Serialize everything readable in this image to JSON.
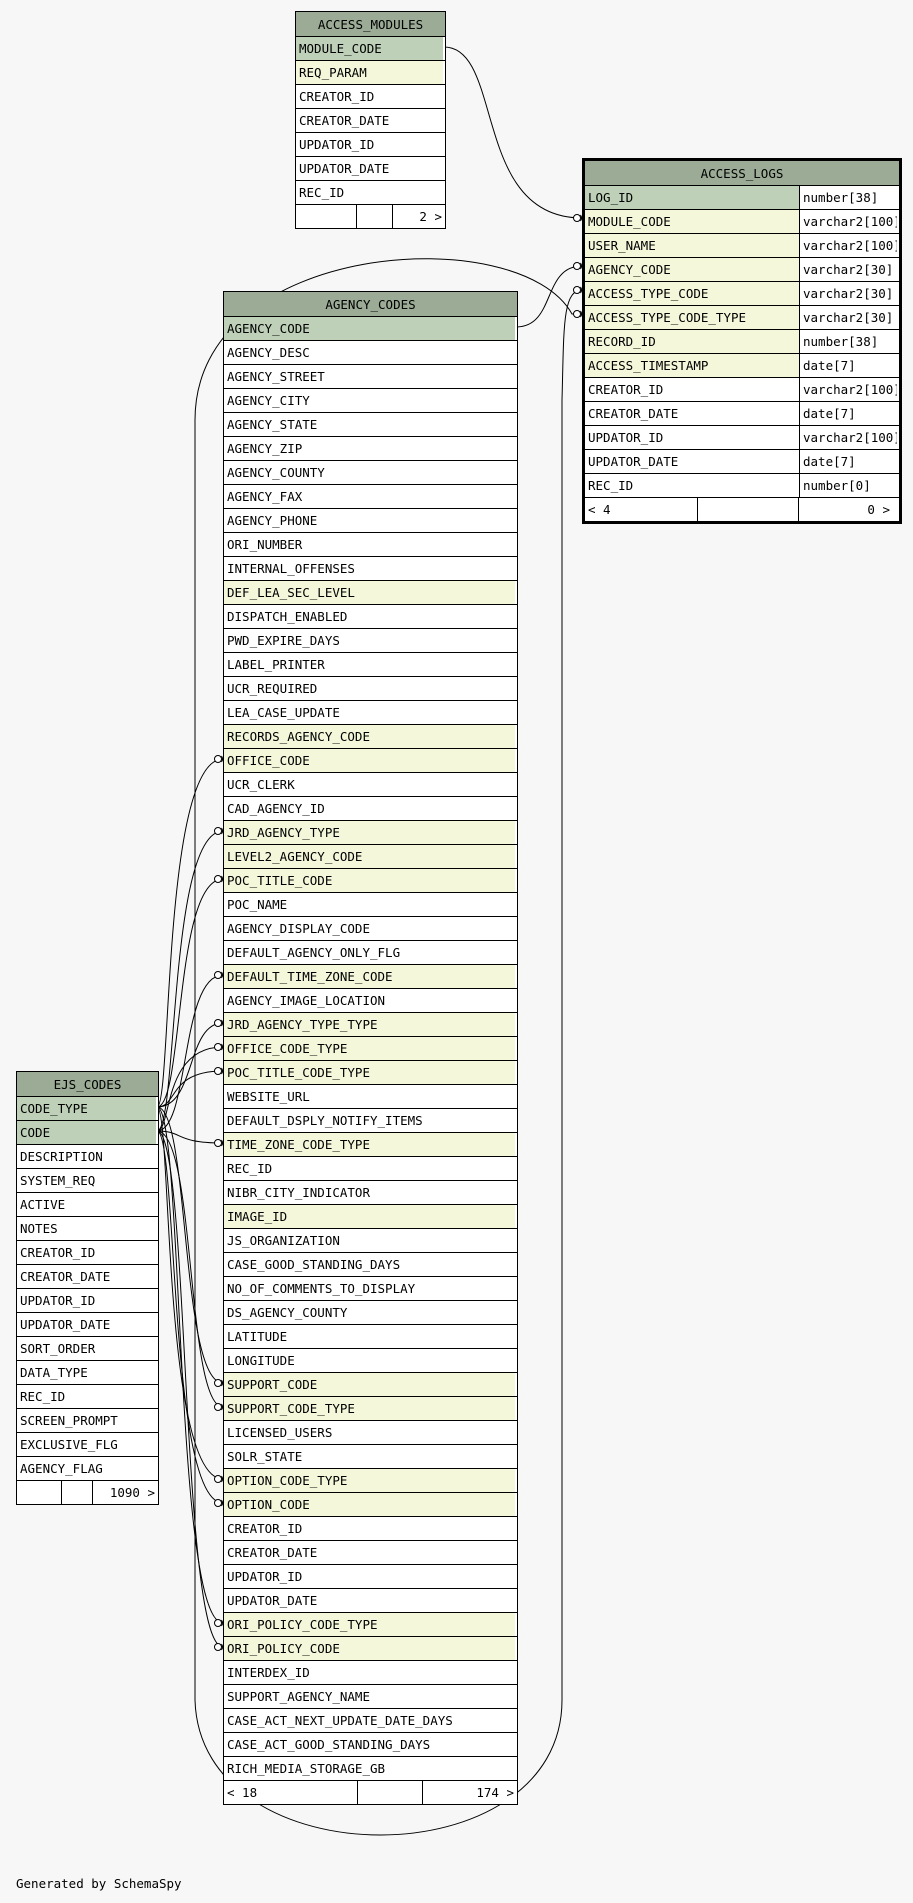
{
  "footer": "Generated by SchemaSpy",
  "colors": {
    "header": "#9bab96",
    "primary_key": "#bed1b8",
    "foreign_key": "#f4f7da",
    "column": "#ffffff",
    "background": "#f7f7f7"
  },
  "tables": {
    "access_modules": {
      "name": "ACCESS_MODULES",
      "columns": [
        {
          "name": "MODULE_CODE",
          "kind": "pk"
        },
        {
          "name": "REQ_PARAM",
          "kind": "fk"
        },
        {
          "name": "CREATOR_ID",
          "kind": "col"
        },
        {
          "name": "CREATOR_DATE",
          "kind": "col"
        },
        {
          "name": "UPDATOR_ID",
          "kind": "col"
        },
        {
          "name": "UPDATOR_DATE",
          "kind": "col"
        },
        {
          "name": "REC_ID",
          "kind": "col"
        }
      ],
      "footer": {
        "left": "",
        "middle": "",
        "right": "2 >"
      }
    },
    "access_logs": {
      "name": "ACCESS_LOGS",
      "columns": [
        {
          "name": "LOG_ID",
          "kind": "pk",
          "type": "number[38]"
        },
        {
          "name": "MODULE_CODE",
          "kind": "fk",
          "type": "varchar2[100]"
        },
        {
          "name": "USER_NAME",
          "kind": "fk",
          "type": "varchar2[100]"
        },
        {
          "name": "AGENCY_CODE",
          "kind": "fk",
          "type": "varchar2[30]"
        },
        {
          "name": "ACCESS_TYPE_CODE",
          "kind": "fk",
          "type": "varchar2[30]"
        },
        {
          "name": "ACCESS_TYPE_CODE_TYPE",
          "kind": "fk",
          "type": "varchar2[30]"
        },
        {
          "name": "RECORD_ID",
          "kind": "fk",
          "type": "number[38]"
        },
        {
          "name": "ACCESS_TIMESTAMP",
          "kind": "fk",
          "type": "date[7]"
        },
        {
          "name": "CREATOR_ID",
          "kind": "col",
          "type": "varchar2[100]"
        },
        {
          "name": "CREATOR_DATE",
          "kind": "col",
          "type": "date[7]"
        },
        {
          "name": "UPDATOR_ID",
          "kind": "col",
          "type": "varchar2[100]"
        },
        {
          "name": "UPDATOR_DATE",
          "kind": "col",
          "type": "date[7]"
        },
        {
          "name": "REC_ID",
          "kind": "col",
          "type": "number[0]"
        }
      ],
      "footer": {
        "left": "< 4",
        "middle": "",
        "right": "0 >"
      }
    },
    "agency_codes": {
      "name": "AGENCY_CODES",
      "columns": [
        {
          "name": "AGENCY_CODE",
          "kind": "pk"
        },
        {
          "name": "AGENCY_DESC",
          "kind": "col"
        },
        {
          "name": "AGENCY_STREET",
          "kind": "col"
        },
        {
          "name": "AGENCY_CITY",
          "kind": "col"
        },
        {
          "name": "AGENCY_STATE",
          "kind": "col"
        },
        {
          "name": "AGENCY_ZIP",
          "kind": "col"
        },
        {
          "name": "AGENCY_COUNTY",
          "kind": "col"
        },
        {
          "name": "AGENCY_FAX",
          "kind": "col"
        },
        {
          "name": "AGENCY_PHONE",
          "kind": "col"
        },
        {
          "name": "ORI_NUMBER",
          "kind": "col"
        },
        {
          "name": "INTERNAL_OFFENSES",
          "kind": "col"
        },
        {
          "name": "DEF_LEA_SEC_LEVEL",
          "kind": "fk"
        },
        {
          "name": "DISPATCH_ENABLED",
          "kind": "col"
        },
        {
          "name": "PWD_EXPIRE_DAYS",
          "kind": "col"
        },
        {
          "name": "LABEL_PRINTER",
          "kind": "col"
        },
        {
          "name": "UCR_REQUIRED",
          "kind": "col"
        },
        {
          "name": "LEA_CASE_UPDATE",
          "kind": "col"
        },
        {
          "name": "RECORDS_AGENCY_CODE",
          "kind": "fk"
        },
        {
          "name": "OFFICE_CODE",
          "kind": "fk"
        },
        {
          "name": "UCR_CLERK",
          "kind": "col"
        },
        {
          "name": "CAD_AGENCY_ID",
          "kind": "col"
        },
        {
          "name": "JRD_AGENCY_TYPE",
          "kind": "fk"
        },
        {
          "name": "LEVEL2_AGENCY_CODE",
          "kind": "fk"
        },
        {
          "name": "POC_TITLE_CODE",
          "kind": "fk"
        },
        {
          "name": "POC_NAME",
          "kind": "col"
        },
        {
          "name": "AGENCY_DISPLAY_CODE",
          "kind": "col"
        },
        {
          "name": "DEFAULT_AGENCY_ONLY_FLG",
          "kind": "col"
        },
        {
          "name": "DEFAULT_TIME_ZONE_CODE",
          "kind": "fk"
        },
        {
          "name": "AGENCY_IMAGE_LOCATION",
          "kind": "col"
        },
        {
          "name": "JRD_AGENCY_TYPE_TYPE",
          "kind": "fk"
        },
        {
          "name": "OFFICE_CODE_TYPE",
          "kind": "fk"
        },
        {
          "name": "POC_TITLE_CODE_TYPE",
          "kind": "fk"
        },
        {
          "name": "WEBSITE_URL",
          "kind": "col"
        },
        {
          "name": "DEFAULT_DSPLY_NOTIFY_ITEMS",
          "kind": "col"
        },
        {
          "name": "TIME_ZONE_CODE_TYPE",
          "kind": "fk"
        },
        {
          "name": "REC_ID",
          "kind": "col"
        },
        {
          "name": "NIBR_CITY_INDICATOR",
          "kind": "col"
        },
        {
          "name": "IMAGE_ID",
          "kind": "fk"
        },
        {
          "name": "JS_ORGANIZATION",
          "kind": "col"
        },
        {
          "name": "CASE_GOOD_STANDING_DAYS",
          "kind": "col"
        },
        {
          "name": "NO_OF_COMMENTS_TO_DISPLAY",
          "kind": "col"
        },
        {
          "name": "DS_AGENCY_COUNTY",
          "kind": "col"
        },
        {
          "name": "LATITUDE",
          "kind": "col"
        },
        {
          "name": "LONGITUDE",
          "kind": "col"
        },
        {
          "name": "SUPPORT_CODE",
          "kind": "fk"
        },
        {
          "name": "SUPPORT_CODE_TYPE",
          "kind": "fk"
        },
        {
          "name": "LICENSED_USERS",
          "kind": "col"
        },
        {
          "name": "SOLR_STATE",
          "kind": "col"
        },
        {
          "name": "OPTION_CODE_TYPE",
          "kind": "fk"
        },
        {
          "name": "OPTION_CODE",
          "kind": "fk"
        },
        {
          "name": "CREATOR_ID",
          "kind": "col"
        },
        {
          "name": "CREATOR_DATE",
          "kind": "col"
        },
        {
          "name": "UPDATOR_ID",
          "kind": "col"
        },
        {
          "name": "UPDATOR_DATE",
          "kind": "col"
        },
        {
          "name": "ORI_POLICY_CODE_TYPE",
          "kind": "fk"
        },
        {
          "name": "ORI_POLICY_CODE",
          "kind": "fk"
        },
        {
          "name": "INTERDEX_ID",
          "kind": "col"
        },
        {
          "name": "SUPPORT_AGENCY_NAME",
          "kind": "col"
        },
        {
          "name": "CASE_ACT_NEXT_UPDATE_DATE_DAYS",
          "kind": "col"
        },
        {
          "name": "CASE_ACT_GOOD_STANDING_DAYS",
          "kind": "col"
        },
        {
          "name": "RICH_MEDIA_STORAGE_GB",
          "kind": "col"
        }
      ],
      "footer": {
        "left": "< 18",
        "middle": "",
        "right": "174 >"
      }
    },
    "ejs_codes": {
      "name": "EJS_CODES",
      "columns": [
        {
          "name": "CODE_TYPE",
          "kind": "pk"
        },
        {
          "name": "CODE",
          "kind": "pk"
        },
        {
          "name": "DESCRIPTION",
          "kind": "col"
        },
        {
          "name": "SYSTEM_REQ",
          "kind": "col"
        },
        {
          "name": "ACTIVE",
          "kind": "col"
        },
        {
          "name": "NOTES",
          "kind": "col"
        },
        {
          "name": "CREATOR_ID",
          "kind": "col"
        },
        {
          "name": "CREATOR_DATE",
          "kind": "col"
        },
        {
          "name": "UPDATOR_ID",
          "kind": "col"
        },
        {
          "name": "UPDATOR_DATE",
          "kind": "col"
        },
        {
          "name": "SORT_ORDER",
          "kind": "col"
        },
        {
          "name": "DATA_TYPE",
          "kind": "col"
        },
        {
          "name": "REC_ID",
          "kind": "col"
        },
        {
          "name": "SCREEN_PROMPT",
          "kind": "col"
        },
        {
          "name": "EXCLUSIVE_FLG",
          "kind": "col"
        },
        {
          "name": "AGENCY_FLAG",
          "kind": "col"
        }
      ],
      "footer": {
        "left": "",
        "middle": "",
        "right": "1090 >"
      }
    }
  }
}
